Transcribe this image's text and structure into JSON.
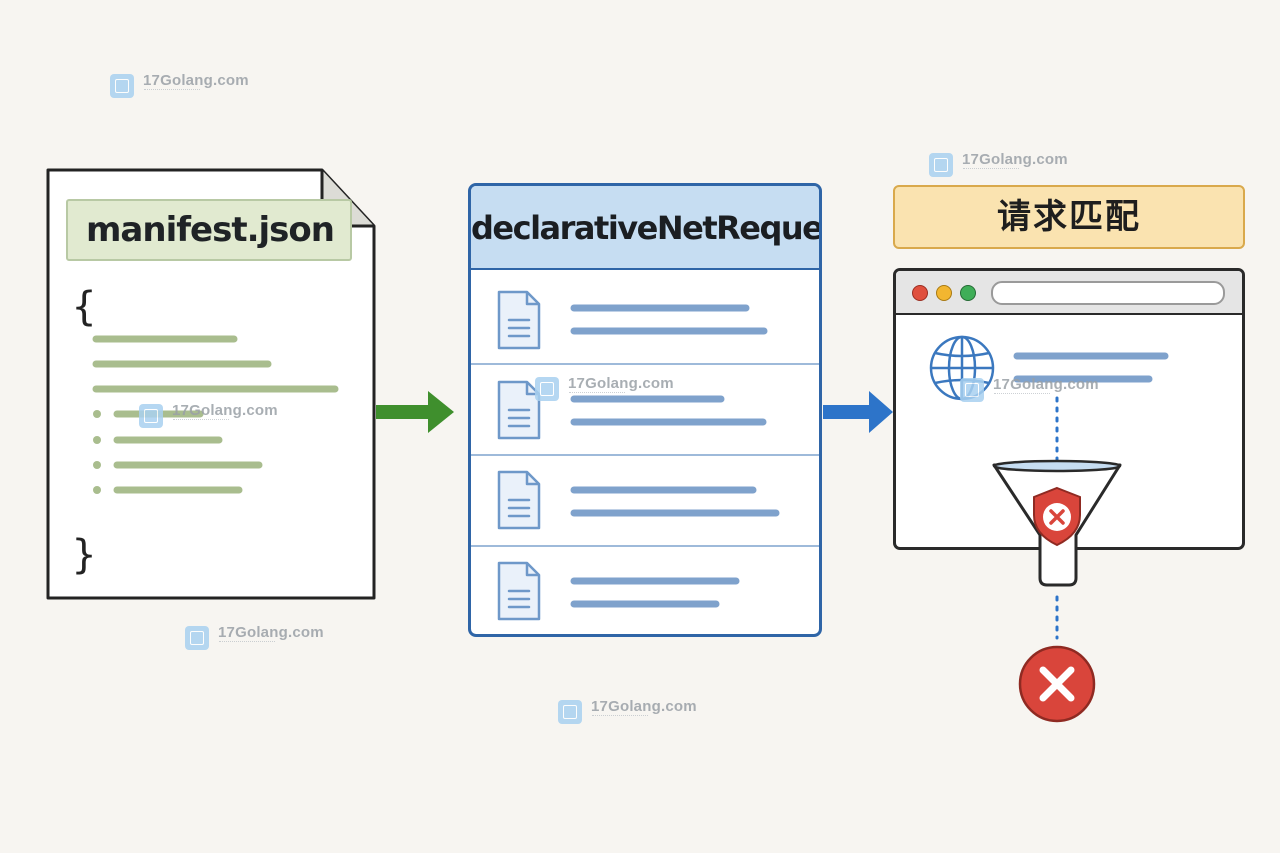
{
  "manifest": {
    "title": "manifest.json",
    "open_brace": "{",
    "close_brace": "}"
  },
  "dnr": {
    "title": "declarativeNetRequest",
    "rule_count": 4
  },
  "match": {
    "title": "请求匹配"
  },
  "watermark": {
    "text": "17Golang.com"
  },
  "colors": {
    "manifest_accent": "#a9bd8e",
    "green_arrow": "#3f8f2d",
    "dnr_border": "#2f65a7",
    "dnr_header": "#c6ddf2",
    "blue_arrow": "#2d74c9",
    "match_label_bg": "#fae3b0",
    "blocked_red": "#d9453b"
  },
  "icons": [
    "document-icon",
    "globe-icon",
    "funnel-icon",
    "shield-x-icon",
    "blocked-x-icon",
    "arrow-right-icon"
  ]
}
